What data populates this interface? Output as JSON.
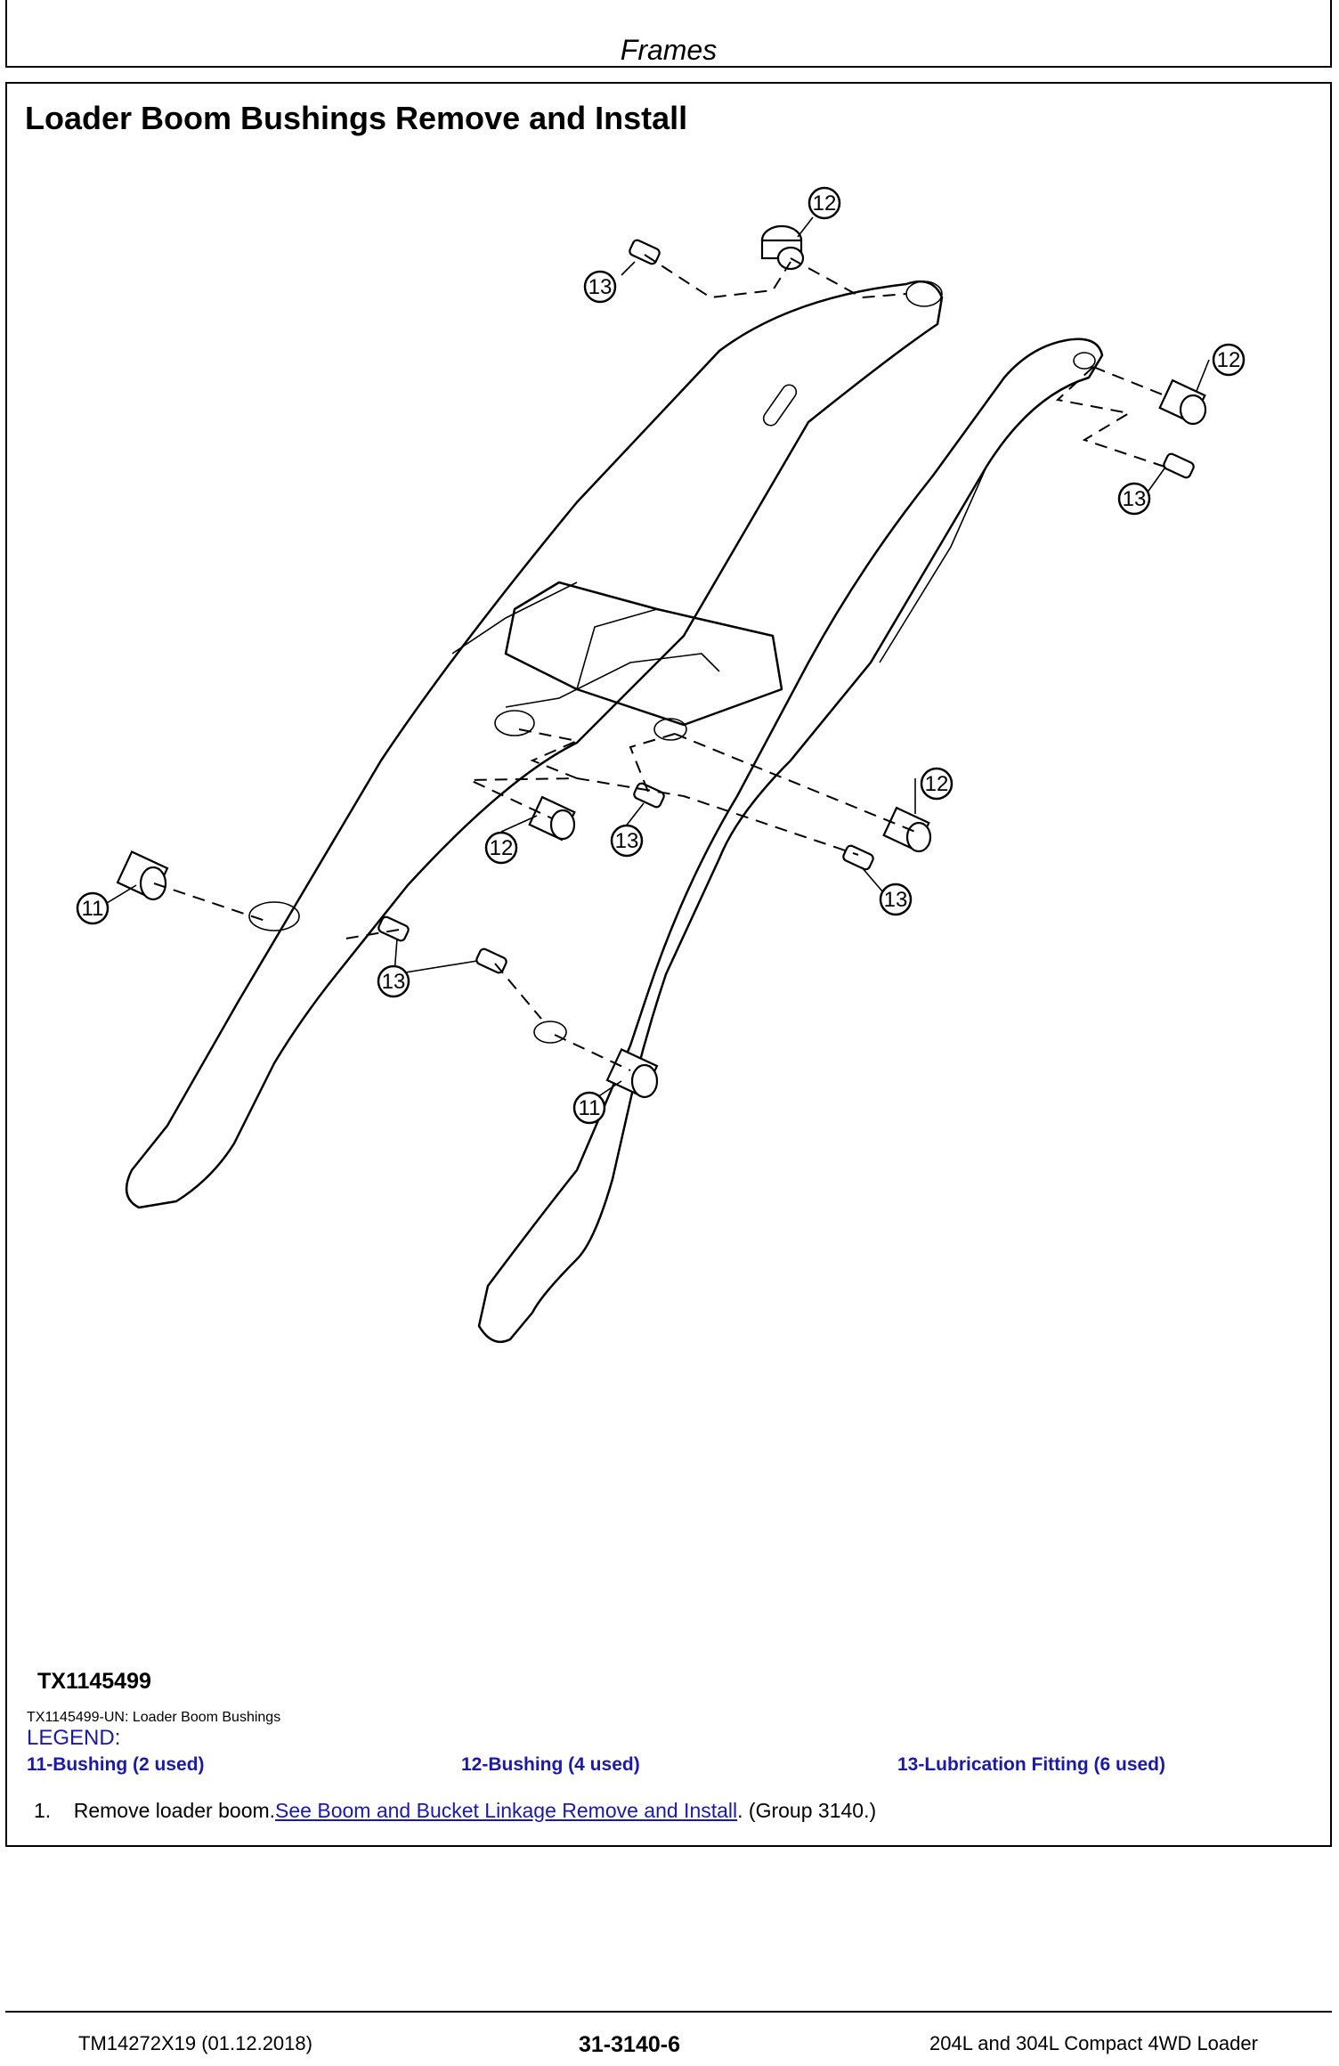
{
  "header": {
    "title": "Frames"
  },
  "section": {
    "title": "Loader Boom Bushings Remove and Install"
  },
  "figure": {
    "id": "TX1145499",
    "caption": "TX1145499-UN: Loader Boom Bushings",
    "callouts": [
      "12",
      "13",
      "12",
      "13",
      "12",
      "13",
      "12",
      "13",
      "11",
      "13",
      "11"
    ]
  },
  "legend": {
    "title": "LEGEND:",
    "items": [
      "11-Bushing (2 used)",
      "12-Bushing (4 used)",
      "13-Lubrication Fitting (6 used)"
    ]
  },
  "steps": [
    {
      "number": "1.",
      "text_before": "Remove loader boom.",
      "link": "See Boom and Bucket Linkage Remove and Install",
      "text_after": ". (Group 3140.)"
    }
  ],
  "footer": {
    "left": "TM14272X19 (01.12.2018)",
    "center": "31-3140-6",
    "right": "204L and 304L Compact 4WD Loader"
  }
}
